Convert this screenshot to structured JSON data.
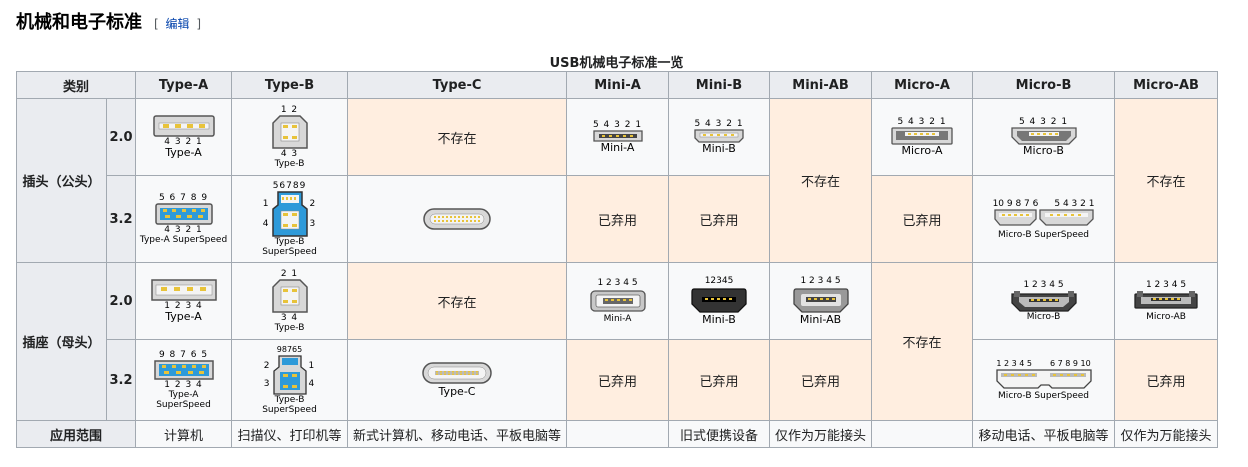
{
  "section": {
    "title": "机械和电子标准",
    "edit_open": "[",
    "edit_label": "编辑",
    "edit_close": "]"
  },
  "table": {
    "caption": "USB机械电子标准一览",
    "headers": {
      "category": "类别",
      "type_a": "Type-A",
      "type_b": "Type-B",
      "type_c": "Type-C",
      "mini_a": "Mini-A",
      "mini_b": "Mini-B",
      "mini_ab": "Mini-AB",
      "micro_a": "Micro-A",
      "micro_b": "Micro-B",
      "micro_ab": "Micro-AB"
    },
    "groups": {
      "plug": "插头（公头）",
      "receptacle": "插座（母头）",
      "usage": "应用范围"
    },
    "versions": {
      "v20": "2.0",
      "v32": "3.2"
    },
    "status": {
      "not_exist": "不存在",
      "deprecated": "已弃用"
    },
    "plug20": {
      "type_a": {
        "pins": "4  3  2  1",
        "label": "Type-A"
      },
      "type_b": {
        "pins_top": "1  2",
        "pins_bottom": "4  3",
        "label": "Type-B"
      },
      "mini_a": {
        "pins": "5 4 3 2 1",
        "label": "Mini-A"
      },
      "mini_b": {
        "pins": "5 4 3 2 1",
        "label": "Mini-B"
      },
      "micro_a": {
        "pins": "5 4 3 2 1",
        "label": "Micro-A"
      },
      "micro_b": {
        "pins": "5 4 3 2 1",
        "label": "Micro-B"
      }
    },
    "plug32": {
      "type_a": {
        "pins_top": "5  6  7  8  9",
        "pins_bottom": "4  3  2  1",
        "label": "Type-A SuperSpeed"
      },
      "type_b": {
        "pins_top": "56789",
        "pin_1": "1",
        "pin_2": "2",
        "pin_3": "3",
        "pin_4": "4",
        "label_1": "Type-B",
        "label_2": "SuperSpeed"
      },
      "micro_b": {
        "pins_left": "10 9 8 7 6",
        "pins_right": "5 4 3 2 1",
        "label": "Micro-B SuperSpeed"
      }
    },
    "rec20": {
      "type_a": {
        "pins": "1  2  3  4",
        "label": "Type-A"
      },
      "type_b": {
        "pins_top": "2  1",
        "pins_bottom": "3  4",
        "label": "Type-B"
      },
      "mini_a": {
        "pins": "1 2 3 4 5",
        "label": "Mini-A"
      },
      "mini_b": {
        "pins": "12345",
        "label": "Mini-B"
      },
      "mini_ab": {
        "pins": "1 2 3 4 5",
        "label": "Mini-AB"
      },
      "micro_b": {
        "pins": "1 2 3 4 5",
        "label": "Micro-B"
      },
      "micro_ab": {
        "pins": "1 2 3 4 5",
        "label": "Micro-AB"
      }
    },
    "rec32": {
      "type_a": {
        "pins_top": "9  8  7  6  5",
        "pins_bottom": "1  2  3  4",
        "label_1": "Type-A",
        "label_2": "SuperSpeed"
      },
      "type_b": {
        "pins_top": "98765",
        "pin_1": "1",
        "pin_2": "2",
        "pin_3": "3",
        "pin_4": "4",
        "label_1": "Type-B",
        "label_2": "SuperSpeed"
      },
      "type_c": {
        "label": "Type-C"
      },
      "micro_b": {
        "pins_left": "1 2 3 4 5",
        "pins_right": "6 7 8 9 10",
        "label": "Micro-B SuperSpeed"
      }
    },
    "usage": {
      "type_a": "计算机",
      "type_b": "扫描仪、打印机等",
      "type_c": "新式计算机、移动电话、平板电脑等",
      "mini_a": "",
      "mini_b": "旧式便携设备",
      "mini_ab": "仅作为万能接头",
      "micro_a": "",
      "micro_b": "移动电话、平板电脑等",
      "micro_ab": "仅作为万能接头"
    }
  },
  "colors": {
    "header_bg": "#eaecf0",
    "cell_bg": "#f8f9fa",
    "deprecated_bg": "#ffeee0",
    "border": "#a2a9b1",
    "link": "#0645ad",
    "superspeed_blue": "#2e9ad9",
    "pin_gold": "#e8c33a"
  }
}
